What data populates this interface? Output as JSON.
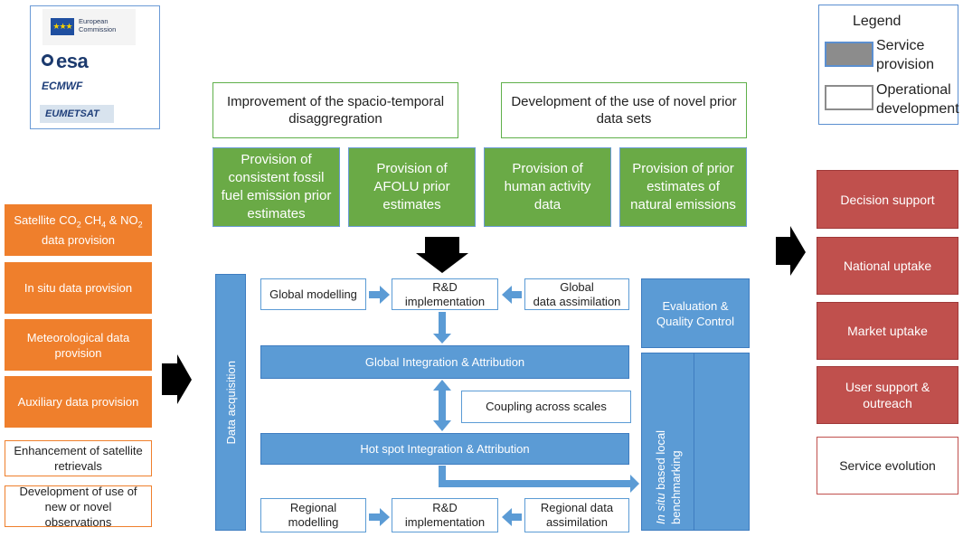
{
  "logos": {
    "ec_line1": "European",
    "ec_line2": "Commission",
    "esa": "esa",
    "ecmwf": "ECMWF",
    "eumetsat": "EUMETSAT"
  },
  "legend": {
    "title": "Legend",
    "service_line1": "Service",
    "service_line2": "provision",
    "operational_line1": "Operational",
    "operational_line2": "development"
  },
  "top": {
    "spacio": "Improvement of the spacio-temporal disaggregration",
    "novel": "Development of the use of novel prior data sets"
  },
  "green_boxes": [
    "Provision of consistent fossil fuel emission prior estimates",
    "Provision of AFOLU prior estimates",
    "Provision of human activity data",
    "Provision of prior estimates of natural emissions"
  ],
  "left": {
    "satellite_pre": "Satellite CO",
    "satellite_sub1": "2",
    "satellite_mid1": " CH",
    "satellite_sub2": "4",
    "satellite_mid2": " & NO",
    "satellite_sub3": "2",
    "satellite_post": "data provision",
    "insitu": "In situ data provision",
    "meteo": "Meteorological data provision",
    "auxiliary": "Auxiliary data provision",
    "enhancement": "Enhancement of satellite retrievals",
    "novel_obs": "Development of use of new or novel observations"
  },
  "right": {
    "decision": "Decision support",
    "national": "National uptake",
    "market": "Market uptake",
    "user_support": "User support & outreach",
    "evolution": "Service evolution"
  },
  "center": {
    "data_acquisition": "Data acquisition",
    "global_modelling": "Global modelling",
    "rd_top": "R&D implementation",
    "global_assim_line1": "Global",
    "global_assim_line2": "data assimilation",
    "global_integration": "Global Integration & Attribution",
    "coupling": "Coupling across scales",
    "hotspot": "Hot spot Integration & Attribution",
    "regional_modelling": "Regional modelling",
    "rd_bottom": "R&D implementation",
    "regional_assim": "Regional data assimilation",
    "evaluation": "Evaluation & Quality Control",
    "insitu_italic": "In situ",
    "benchmarking": " based local benchmarking"
  },
  "colors": {
    "green": "#6aaa46",
    "orange": "#ef7f2c",
    "red": "#c0504d",
    "blue": "#5b9bd5"
  }
}
